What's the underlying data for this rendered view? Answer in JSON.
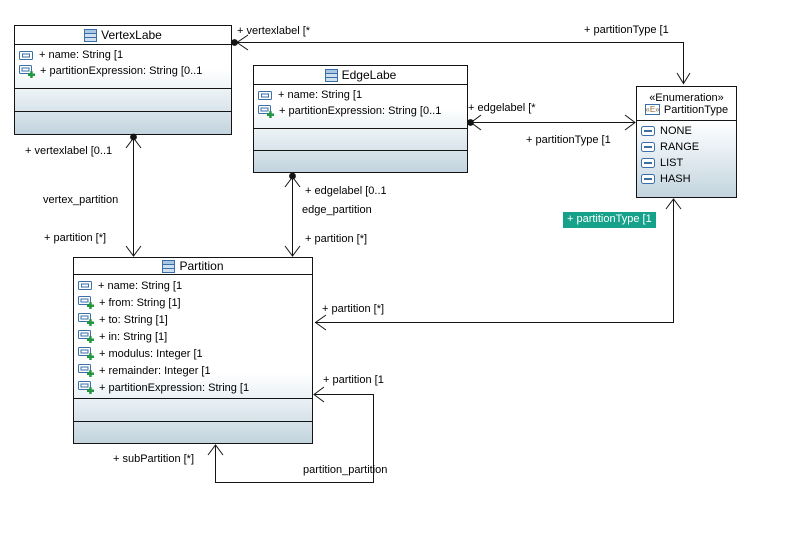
{
  "colors": {
    "canvas_background": "#ffffff",
    "box_border": "#141414",
    "box_gradient_top": "#ffffff",
    "box_gradient_bottom": "#c3d4de",
    "icon_blue": "#3a6fa8",
    "icon_blue_fill": "#cfe0ef",
    "icon_green": "#22993e",
    "line_color": "#141414",
    "selected_label_background": "#16a18a",
    "selected_label_text": "#ffffff"
  },
  "icons": {
    "class-icon": "blue rect with 3 horizontal bands",
    "property-icon": "blue rect with inner rect",
    "property-add-icon": "blue rect with inner rect + green plus badge",
    "enumeration-icon": "«E»",
    "enum-literal-icon": "blue rounded rect with center bar",
    "navigable-arrow": "open arrowhead",
    "owned-end-dot": "filled circle"
  },
  "classes": {
    "vertexlabe": {
      "title": "VertexLabe",
      "attributes": [
        "+ name: String [1",
        "+ partitionExpression: String [0..1"
      ]
    },
    "edgelabe": {
      "title": "EdgeLabe",
      "attributes": [
        "+ name: String [1",
        "+ partitionExpression: String [0..1"
      ]
    },
    "partition": {
      "title": "Partition",
      "attributes": [
        "+ name: String [1",
        "+ from: String [1]",
        "+ to: String [1]",
        "+ in: String [1]",
        "+ modulus: Integer [1",
        "+ remainder: Integer [1",
        "+ partitionExpression: String [1"
      ]
    }
  },
  "enumeration": {
    "stereotype": "«Enumeration»",
    "title": "PartitionType",
    "literals": [
      "NONE",
      "RANGE",
      "LIST",
      "HASH"
    ]
  },
  "associations": {
    "vertexlabel_partitiontype": {
      "end_label_1": "+ vertexlabel [*",
      "end_label_2": "+ partitionType [1"
    },
    "edgelabel_partitiontype": {
      "end_label_1": "+ edgelabel [*",
      "end_label_2": "+ partitionType [1"
    },
    "vertex_partition": {
      "name": "vertex_partition",
      "end_label_1": "+ vertexlabel [0..1",
      "end_label_2": "+ partition [*]"
    },
    "edge_partition": {
      "name": "edge_partition",
      "end_label_1": "+ edgelabel [0..1",
      "end_label_2": "+ partition [*]"
    },
    "partition_partitiontype": {
      "end_label_1": "+ partition [*]",
      "end_label_2": "+ partitionType [1"
    },
    "partition_partition": {
      "name": "partition_partition",
      "end_label_1": "+ partition [1",
      "end_label_2": "+ subPartition [*]"
    }
  }
}
